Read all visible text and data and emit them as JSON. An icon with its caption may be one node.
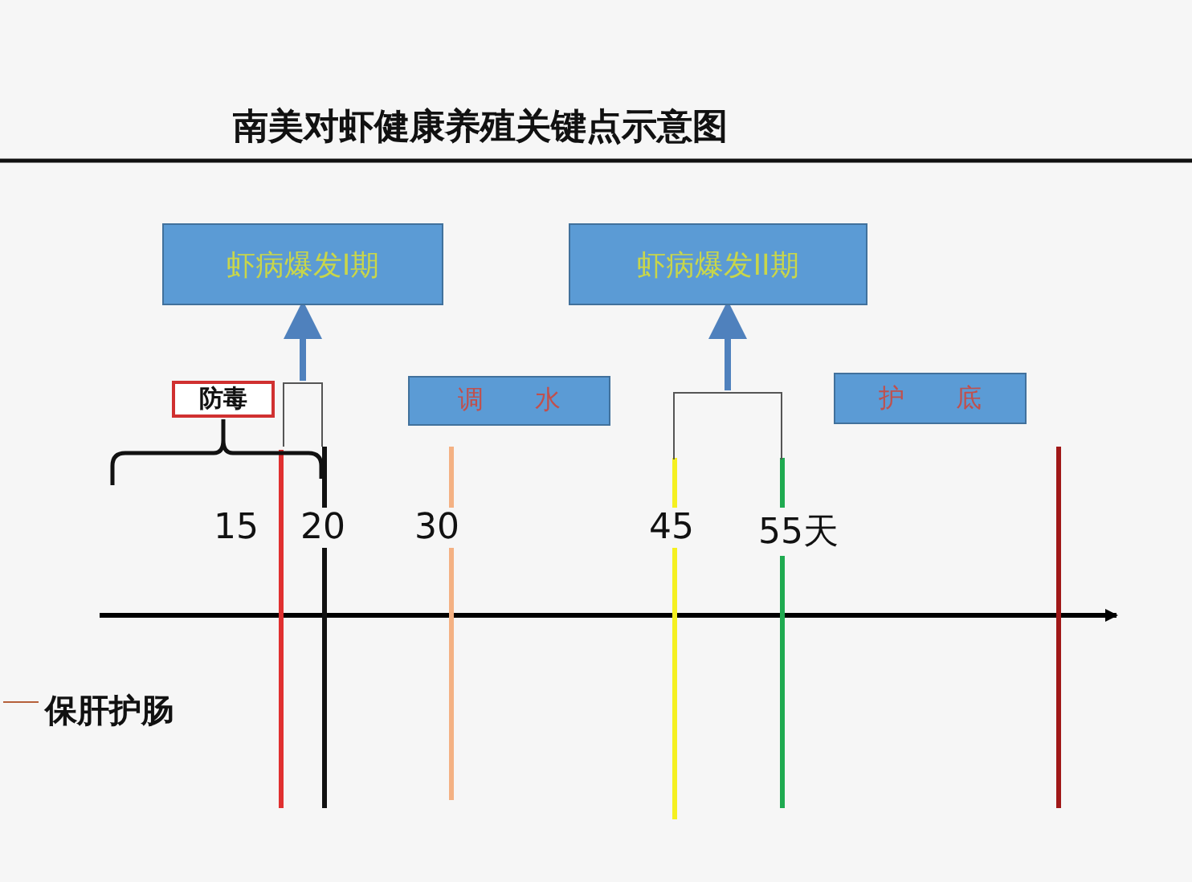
{
  "diagram": {
    "title": "南美对虾健康养殖关键点示意图",
    "nodes": [
      {
        "text": [
          "虾病爆发I期"
        ]
      },
      {
        "text": [
          "虾病爆发II期"
        ]
      },
      {
        "text": [
          "防毒"
        ]
      },
      {
        "text": [
          "调　　水"
        ]
      },
      {
        "text": [
          "护　　底"
        ]
      },
      {
        "text": [],
        "shape": "bracket"
      },
      {
        "text": [],
        "shape": "bracket"
      },
      {
        "text": [],
        "shape": "brace"
      }
    ],
    "edges": [
      {
        "from": 5,
        "to": 0,
        "arrow": "to"
      },
      {
        "from": 2,
        "to": 7,
        "arrow": "none",
        "color": "#111111"
      },
      {
        "from": 6,
        "to": 1,
        "arrow": "to"
      }
    ],
    "labels": [
      "15",
      "20",
      "30",
      "45",
      "55天",
      "保肝护肠"
    ]
  }
}
